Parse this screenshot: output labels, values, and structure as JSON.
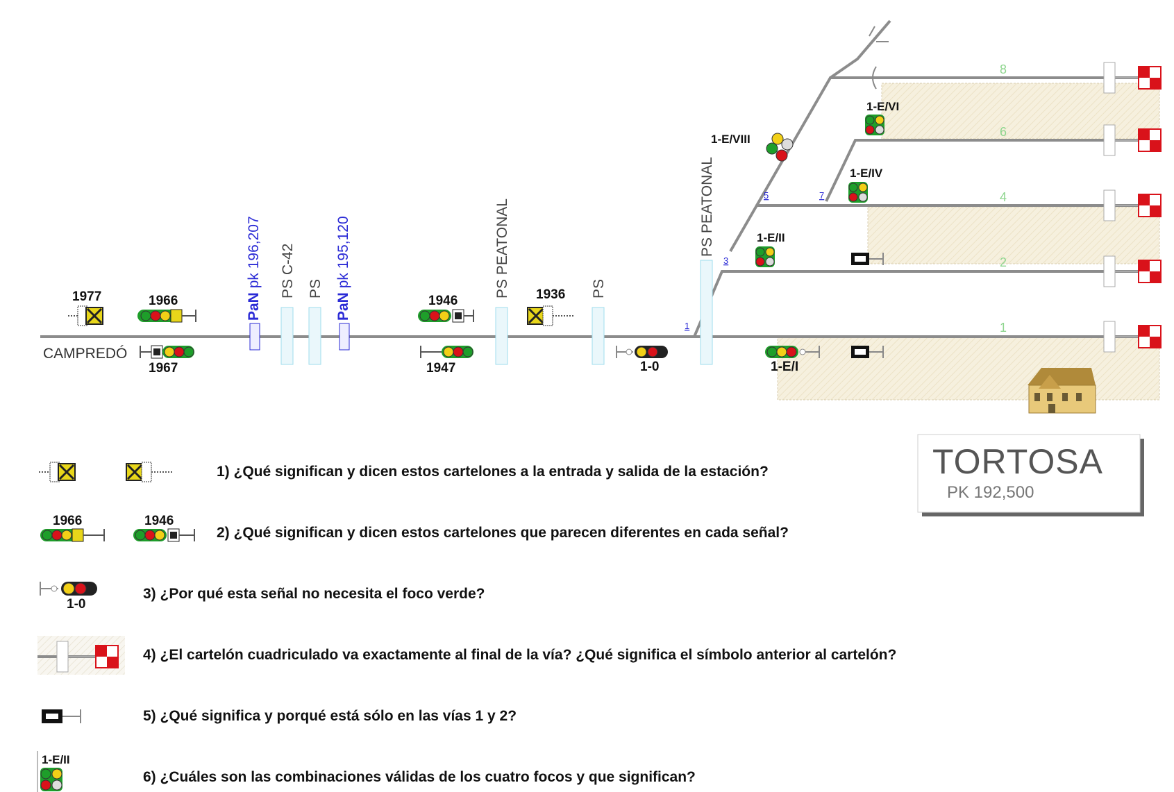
{
  "station": {
    "name": "TORTOSA",
    "pk": "PK 192,500",
    "origin": "CAMPREDÓ"
  },
  "colors": {
    "track": "#8c8c8c",
    "blue": "#2b2bd6",
    "green": "#8ed58e",
    "cyan": "#9fdcec",
    "platform": "#f3ecd8",
    "red": "#d9121a",
    "yellow": "#f2d017",
    "signal_green": "#1e9e2a"
  },
  "labels": {
    "sig_1977": "1977",
    "sig_1966": "1966",
    "sig_1967": "1967",
    "sig_1946": "1946",
    "sig_1947": "1947",
    "sig_1936": "1936",
    "sig_10": "1-0",
    "sig_e1": "1-E/I",
    "sig_e2": "1-E/II",
    "sig_e4": "1-E/IV",
    "sig_e6": "1-E/VI",
    "sig_e8": "1-E/VIII",
    "pan1_a": "PaN",
    "pan1_b": " pk 196,207",
    "psc42": "PS C-42",
    "ps_a": "PS",
    "pan2_a": "PaN",
    "pan2_b": " pk 195,120",
    "psp1": "PS PEATONAL",
    "ps_b": "PS",
    "psp2": "PS PEATONAL",
    "track_1": "1",
    "track_2": "2",
    "track_4": "4",
    "track_6": "6",
    "track_8": "8",
    "sw_1": "1",
    "sw_3": "3",
    "sw_5": "5",
    "sw_7": "7"
  },
  "legend": {
    "l1966": "1966",
    "l1946": "1946",
    "l10": "1-0",
    "le2": "1-E/II"
  },
  "questions": [
    "1) ¿Qué significan y dicen estos cartelones a la entrada y salida de la estación?",
    "2) ¿Qué significan y dicen estos cartelones que parecen diferentes en cada señal?",
    "3) ¿Por qué esta señal no necesita el foco verde?",
    "4) ¿El cartelón cuadriculado  va exactamente al final de la vía? ¿Qué significa el símbolo anterior al cartelón?",
    "5) ¿Qué significa y porqué está sólo en las vías 1 y 2?",
    "6) ¿Cuáles son las combinaciones  válidas de los cuatro focos y que significan?"
  ]
}
